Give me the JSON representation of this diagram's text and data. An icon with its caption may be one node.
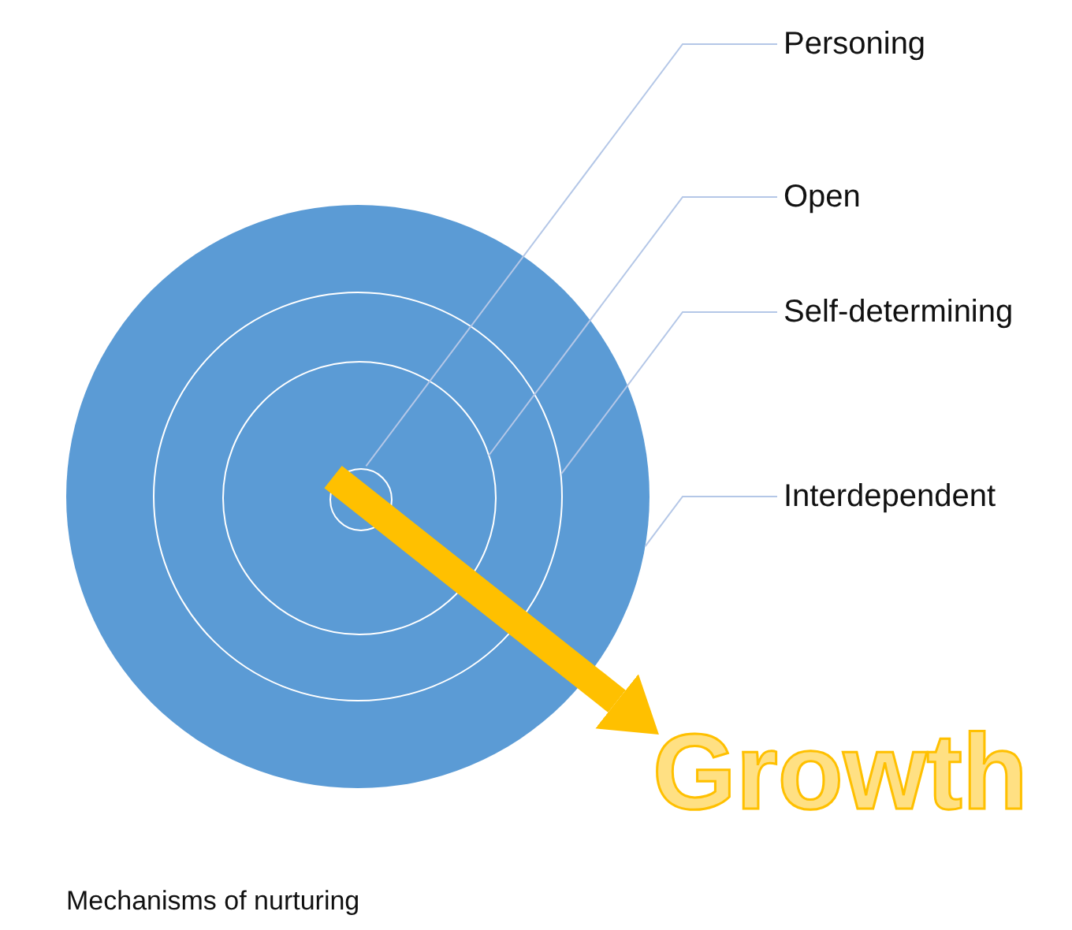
{
  "diagram": {
    "caption": "Mechanisms of nurturing",
    "nodes": [
      {
        "text": [],
        "shape": "circle"
      },
      {
        "text": [],
        "shape": "circle",
        "in": 0
      },
      {
        "text": [],
        "shape": "circle",
        "in": 1
      },
      {
        "text": [],
        "shape": "circle",
        "in": 2
      },
      {
        "text": [
          "Personing"
        ]
      },
      {
        "text": [
          "Open"
        ]
      },
      {
        "text": [
          "Self-determining"
        ]
      },
      {
        "text": [
          "Interdependent"
        ]
      },
      {
        "text": [
          "Growth"
        ]
      }
    ],
    "edges": [
      {
        "from": 4,
        "to": 3,
        "arrow": "none"
      },
      {
        "from": 5,
        "to": 2,
        "arrow": "none"
      },
      {
        "from": 6,
        "to": 1,
        "arrow": "none"
      },
      {
        "from": 7,
        "to": 0,
        "arrow": "none"
      },
      {
        "from": 3,
        "to": 8,
        "arrow": "to",
        "style": "thick",
        "color": "#ffc000"
      }
    ]
  }
}
